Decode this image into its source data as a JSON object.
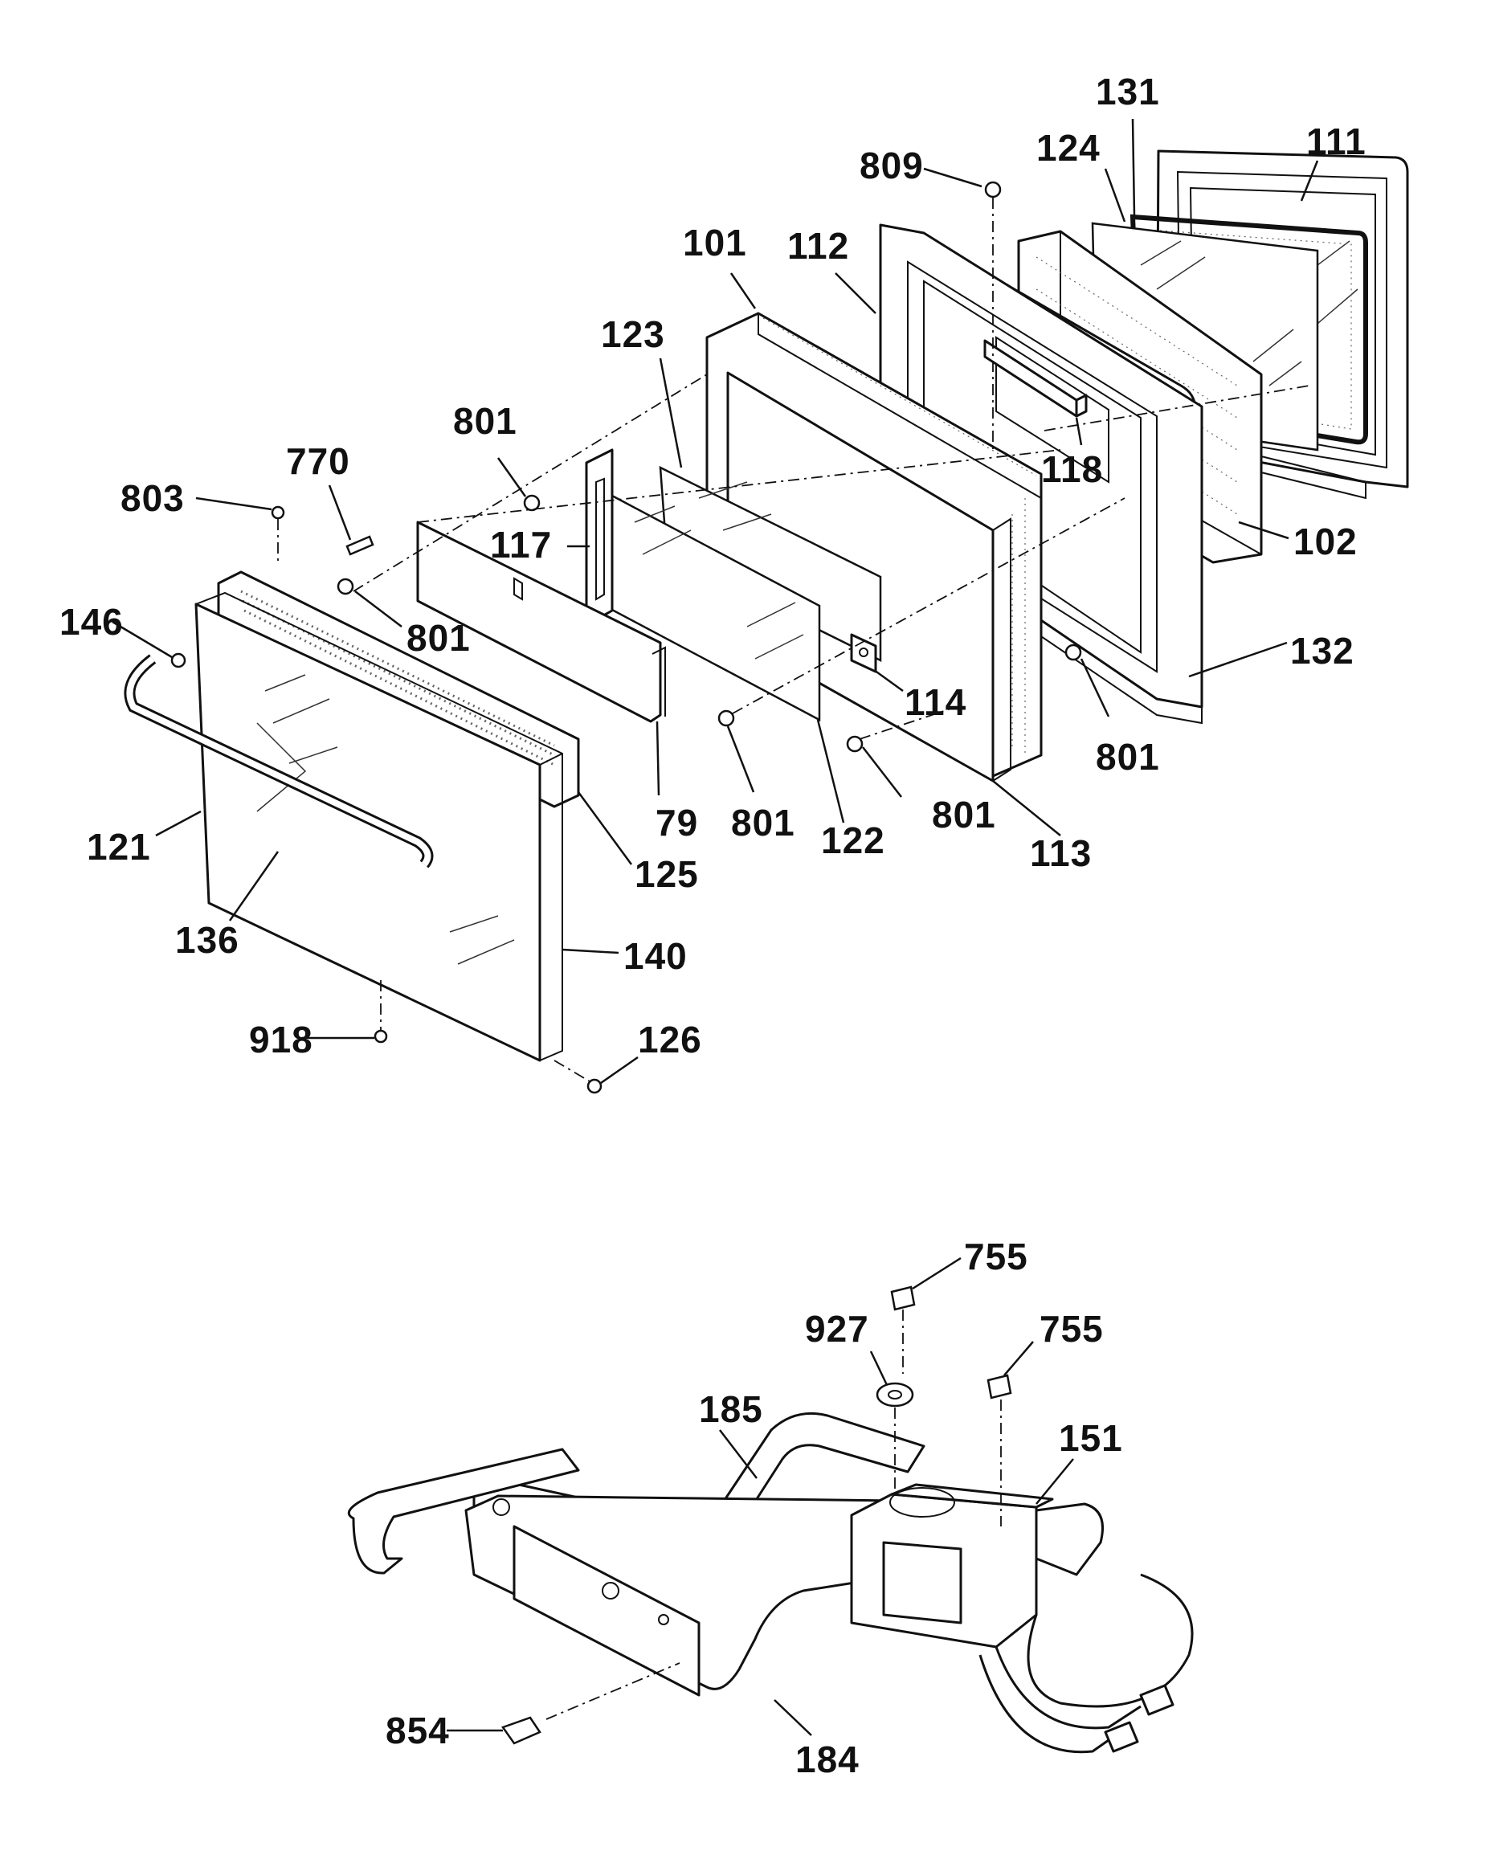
{
  "labels": {
    "l131": "131",
    "l111": "111",
    "l124": "124",
    "l809": "809",
    "l112": "112",
    "l101": "101",
    "l123": "123",
    "l801a": "801",
    "l770": "770",
    "l803": "803",
    "l117": "117",
    "l118": "118",
    "l102": "102",
    "l146": "146",
    "l801b": "801",
    "l132": "132",
    "l114": "114",
    "l801c": "801",
    "l79": "79",
    "l801d": "801",
    "l122": "122",
    "l801e": "801",
    "l113": "113",
    "l121": "121",
    "l125": "125",
    "l136": "136",
    "l140": "140",
    "l918": "918",
    "l126": "126",
    "l755a": "755",
    "l927": "927",
    "l755b": "755",
    "l185": "185",
    "l151": "151",
    "l854": "854",
    "l184": "184"
  }
}
